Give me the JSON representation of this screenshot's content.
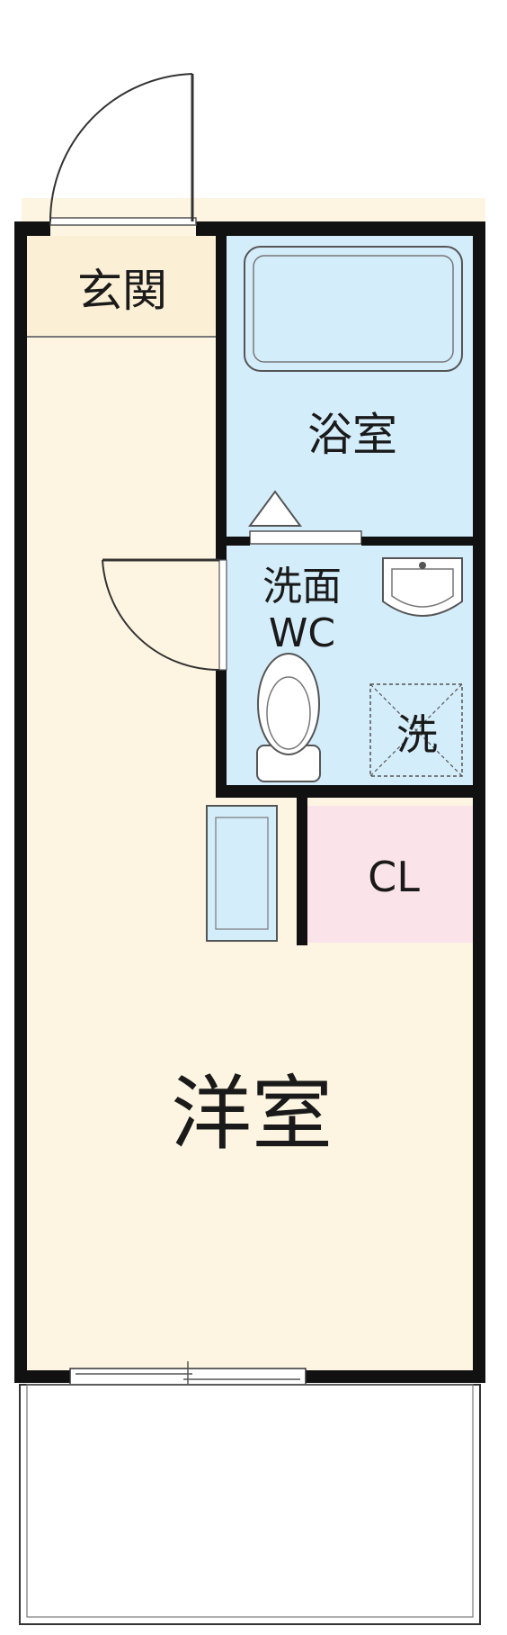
{
  "rooms": {
    "entrance": "玄関",
    "bath": "浴室",
    "washroom_line1": "洗面",
    "washroom_line2": "WC",
    "washer": "洗",
    "closet": "CL",
    "western_room": "洋室"
  },
  "colors": {
    "wall": "#111111",
    "floor_cream": "#fdf5e2",
    "entrance_fill": "#fbf0d6",
    "wet_area_blue": "#d4edfa",
    "closet_pink": "#fbe3ea",
    "fixture_stroke": "#555555"
  },
  "icons": {
    "entry_door": "door-swing-icon",
    "room_door": "door-swing-icon",
    "bathtub": "bathtub-icon",
    "sink": "sink-icon",
    "toilet": "toilet-icon",
    "washer_pan": "washer-pan-icon",
    "fridge": "refrigerator-icon",
    "window": "sliding-window-icon"
  }
}
